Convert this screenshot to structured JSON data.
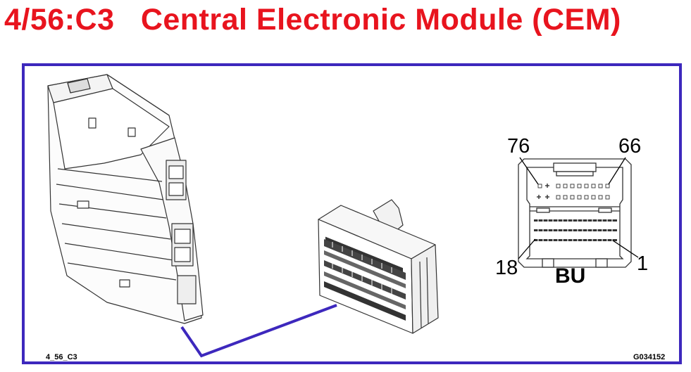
{
  "title": "4/56:C3   Central Electronic Module (CEM)",
  "colors": {
    "title": "#e8141e",
    "frame": "#3d28bd",
    "leader": "#3d28bd",
    "line_art": "#333333"
  },
  "figure": {
    "id_left": "4_56_C3",
    "id_right": "G034152"
  },
  "connector": {
    "pins": {
      "top_left": "76",
      "top_right": "66",
      "bottom_left": "18",
      "bottom_right": "1"
    },
    "color_code": "BU"
  },
  "icons": {
    "module": "cem-module-drawing",
    "plug": "connector-plug-drawing",
    "face": "connector-face-diagram"
  }
}
